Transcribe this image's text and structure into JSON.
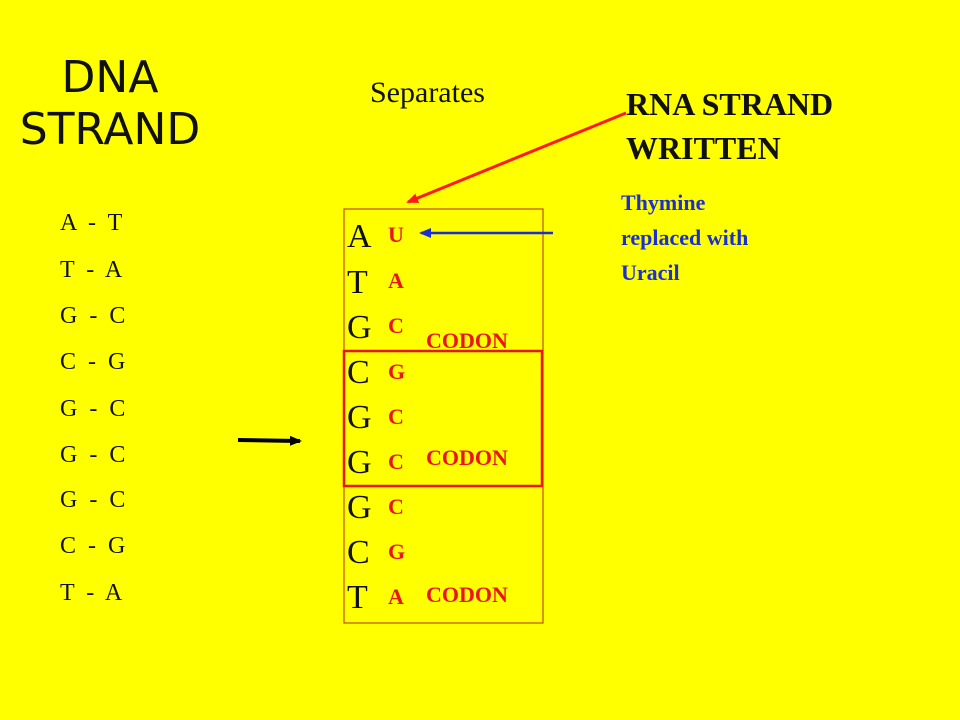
{
  "slide": {
    "title_line1": "DNA",
    "title_line2": "STRAND",
    "separates_label": "Separates",
    "rna_strand_line1": "RNA STRAND",
    "rna_strand_line2": "WRITTEN",
    "note_line1": "Thymine",
    "note_line2": "replaced with",
    "note_line3": "Uracil",
    "dna_pairs": [
      "A  -  T",
      "T  -  A",
      "G  -  C",
      "C  -  G",
      "G  -  C",
      "G  -  C",
      "G  -  C",
      "C  -  G",
      "T  -  A"
    ],
    "template_strand": [
      "A",
      "T",
      "G",
      "C",
      "G",
      "G",
      "G",
      "C",
      "T"
    ],
    "rna_bases": [
      "U",
      "A",
      "C",
      "G",
      "C",
      "C",
      "C",
      "G",
      "A"
    ],
    "codon_labels": [
      "CODON",
      "CODON",
      "CODON"
    ],
    "colors": {
      "background": "#ffff00",
      "rna_text": "#e8151b",
      "note_text": "#1a2fd6",
      "red_arrow": "#ff1a1a",
      "blue_arrow": "#1a2fd6"
    }
  }
}
